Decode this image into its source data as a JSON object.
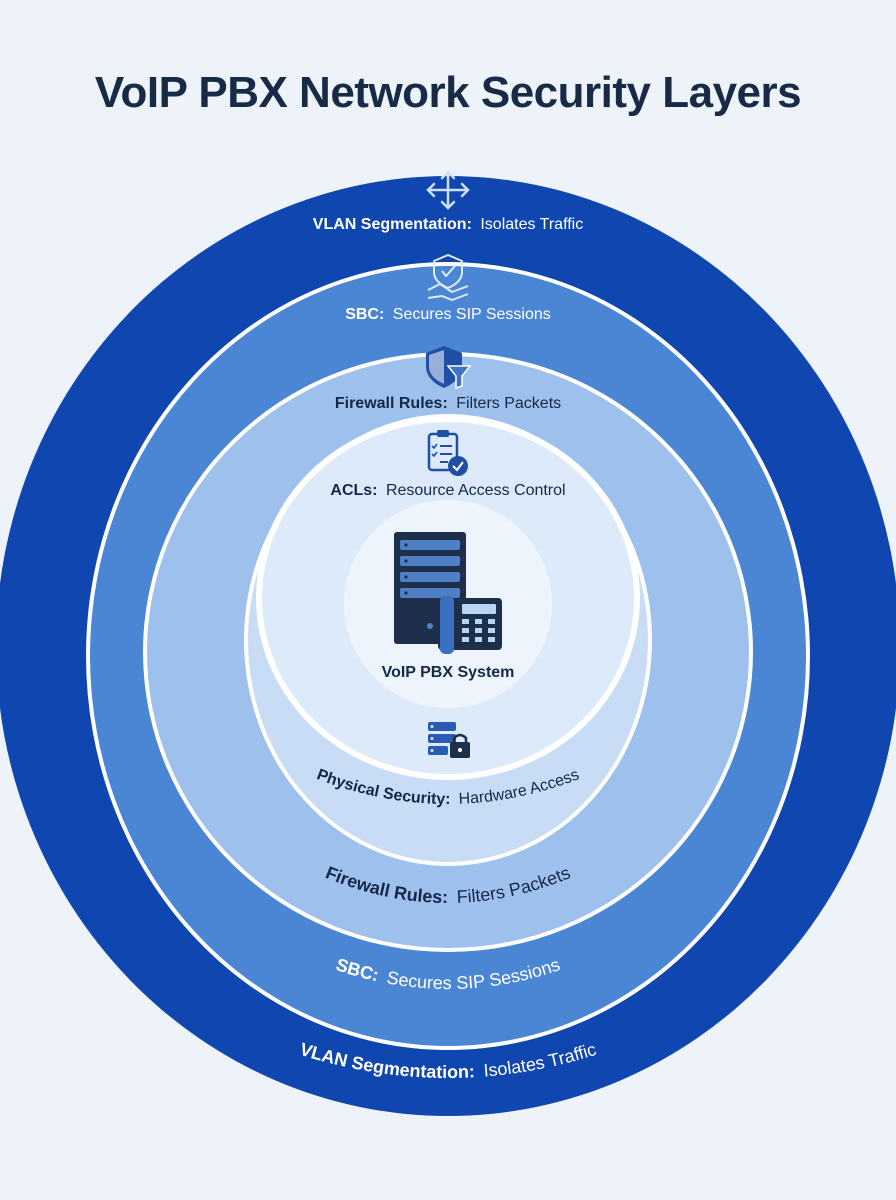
{
  "title": "VoIP PBX Network Security Layers",
  "center": {
    "label": "VoIP PBX System",
    "icon": "server-phone-icon"
  },
  "layers": [
    {
      "id": "vlan",
      "name": "VLAN Segmentation:",
      "desc": "Isolates Traffic",
      "icon": "network-arrows-icon",
      "color": "#1046b0"
    },
    {
      "id": "sbc",
      "name": "SBC:",
      "desc": "Secures SIP Sessions",
      "icon": "shield-handshake-icon",
      "color": "#4b86d4"
    },
    {
      "id": "firewall",
      "name": "Firewall Rules:",
      "desc": "Filters Packets",
      "icon": "shield-filter-icon",
      "color": "#9ec0ec"
    },
    {
      "id": "acl",
      "name": "ACLs:",
      "desc": "Resource Access Control",
      "icon": "checklist-icon",
      "color": "#c8dcf5"
    },
    {
      "id": "physical",
      "name": "Physical Security:",
      "desc": "Hardware Access",
      "icon": "server-lock-icon",
      "color": "#d9e7f8"
    }
  ],
  "bottom_labels": [
    {
      "name": "Physical Security:",
      "desc": "Hardware Access"
    },
    {
      "name": "Firewall Rules:",
      "desc": "Filters Packets"
    },
    {
      "name": "SBC:",
      "desc": "Secures SIP Sessions"
    },
    {
      "name": "VLAN Segmentation:",
      "desc": "Isolates Traffic"
    }
  ]
}
